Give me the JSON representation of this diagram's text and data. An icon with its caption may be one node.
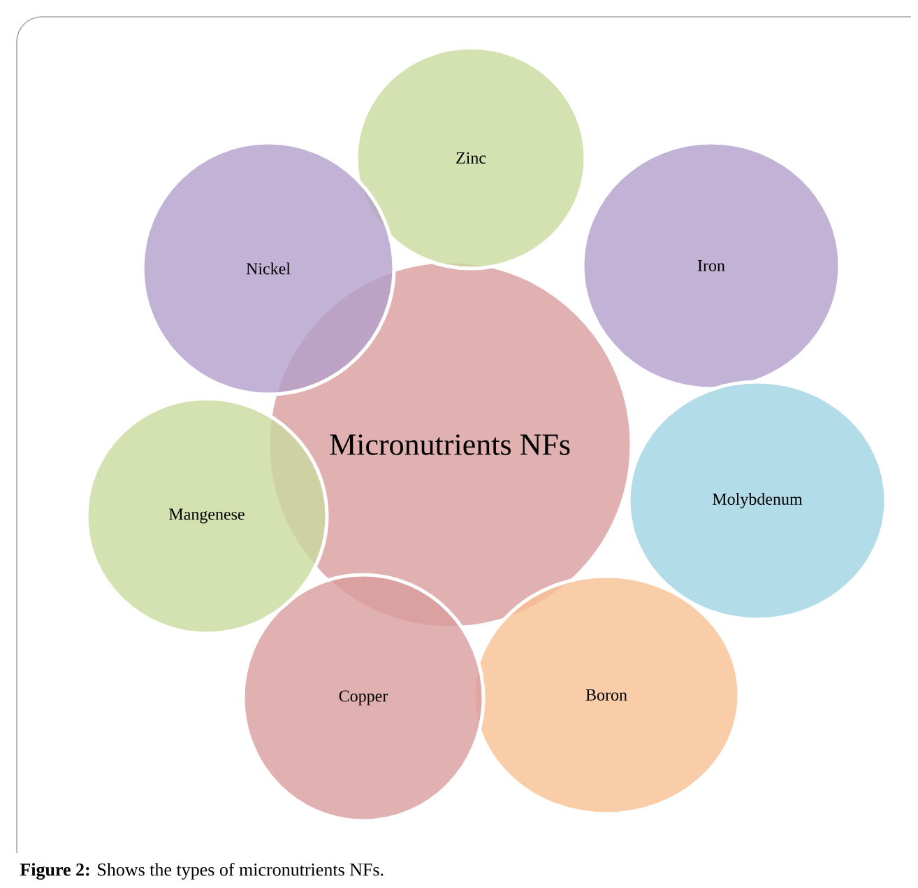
{
  "diagram": {
    "caption": "**Figure 2:** Shows the types of micronutrients NFs.",
    "nodes": [
      {
        "text": [
          "Micronutrients NFs"
        ]
      },
      {
        "text": [
          "Zinc"
        ]
      },
      {
        "text": [
          "Iron"
        ]
      },
      {
        "text": [
          "Molybdenum"
        ]
      },
      {
        "text": [
          "Boron"
        ]
      },
      {
        "text": [
          "Copper"
        ]
      },
      {
        "text": [
          "Mangenese"
        ]
      },
      {
        "text": [
          "Nickel"
        ]
      }
    ]
  }
}
